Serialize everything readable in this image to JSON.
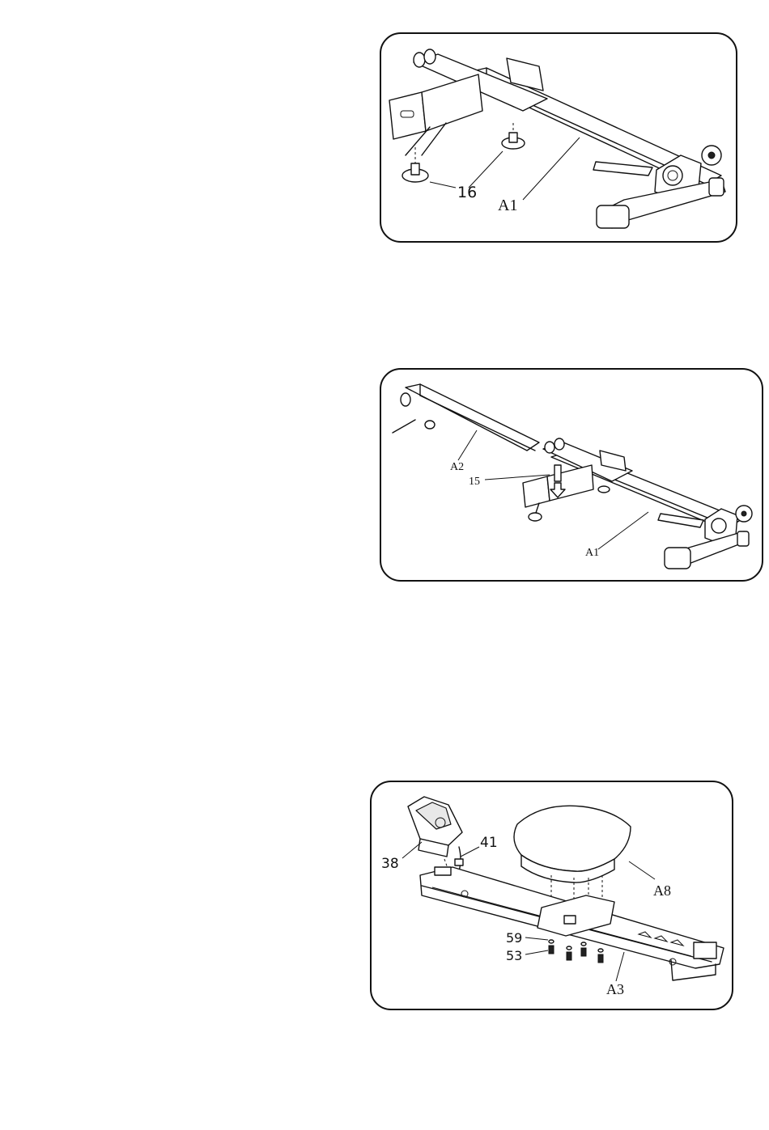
{
  "figures": [
    {
      "id": "step-1",
      "labels": {
        "foot_pad": "16",
        "main_frame": "A1"
      }
    },
    {
      "id": "step-2",
      "labels": {
        "rail": "A2",
        "bolt": "15",
        "main_frame": "A1"
      }
    },
    {
      "id": "step-3",
      "labels": {
        "monitor": "38",
        "sensor_wire": "41",
        "seat": "A8",
        "washer": "59",
        "screw": "53",
        "seat_carriage": "A3"
      }
    }
  ]
}
